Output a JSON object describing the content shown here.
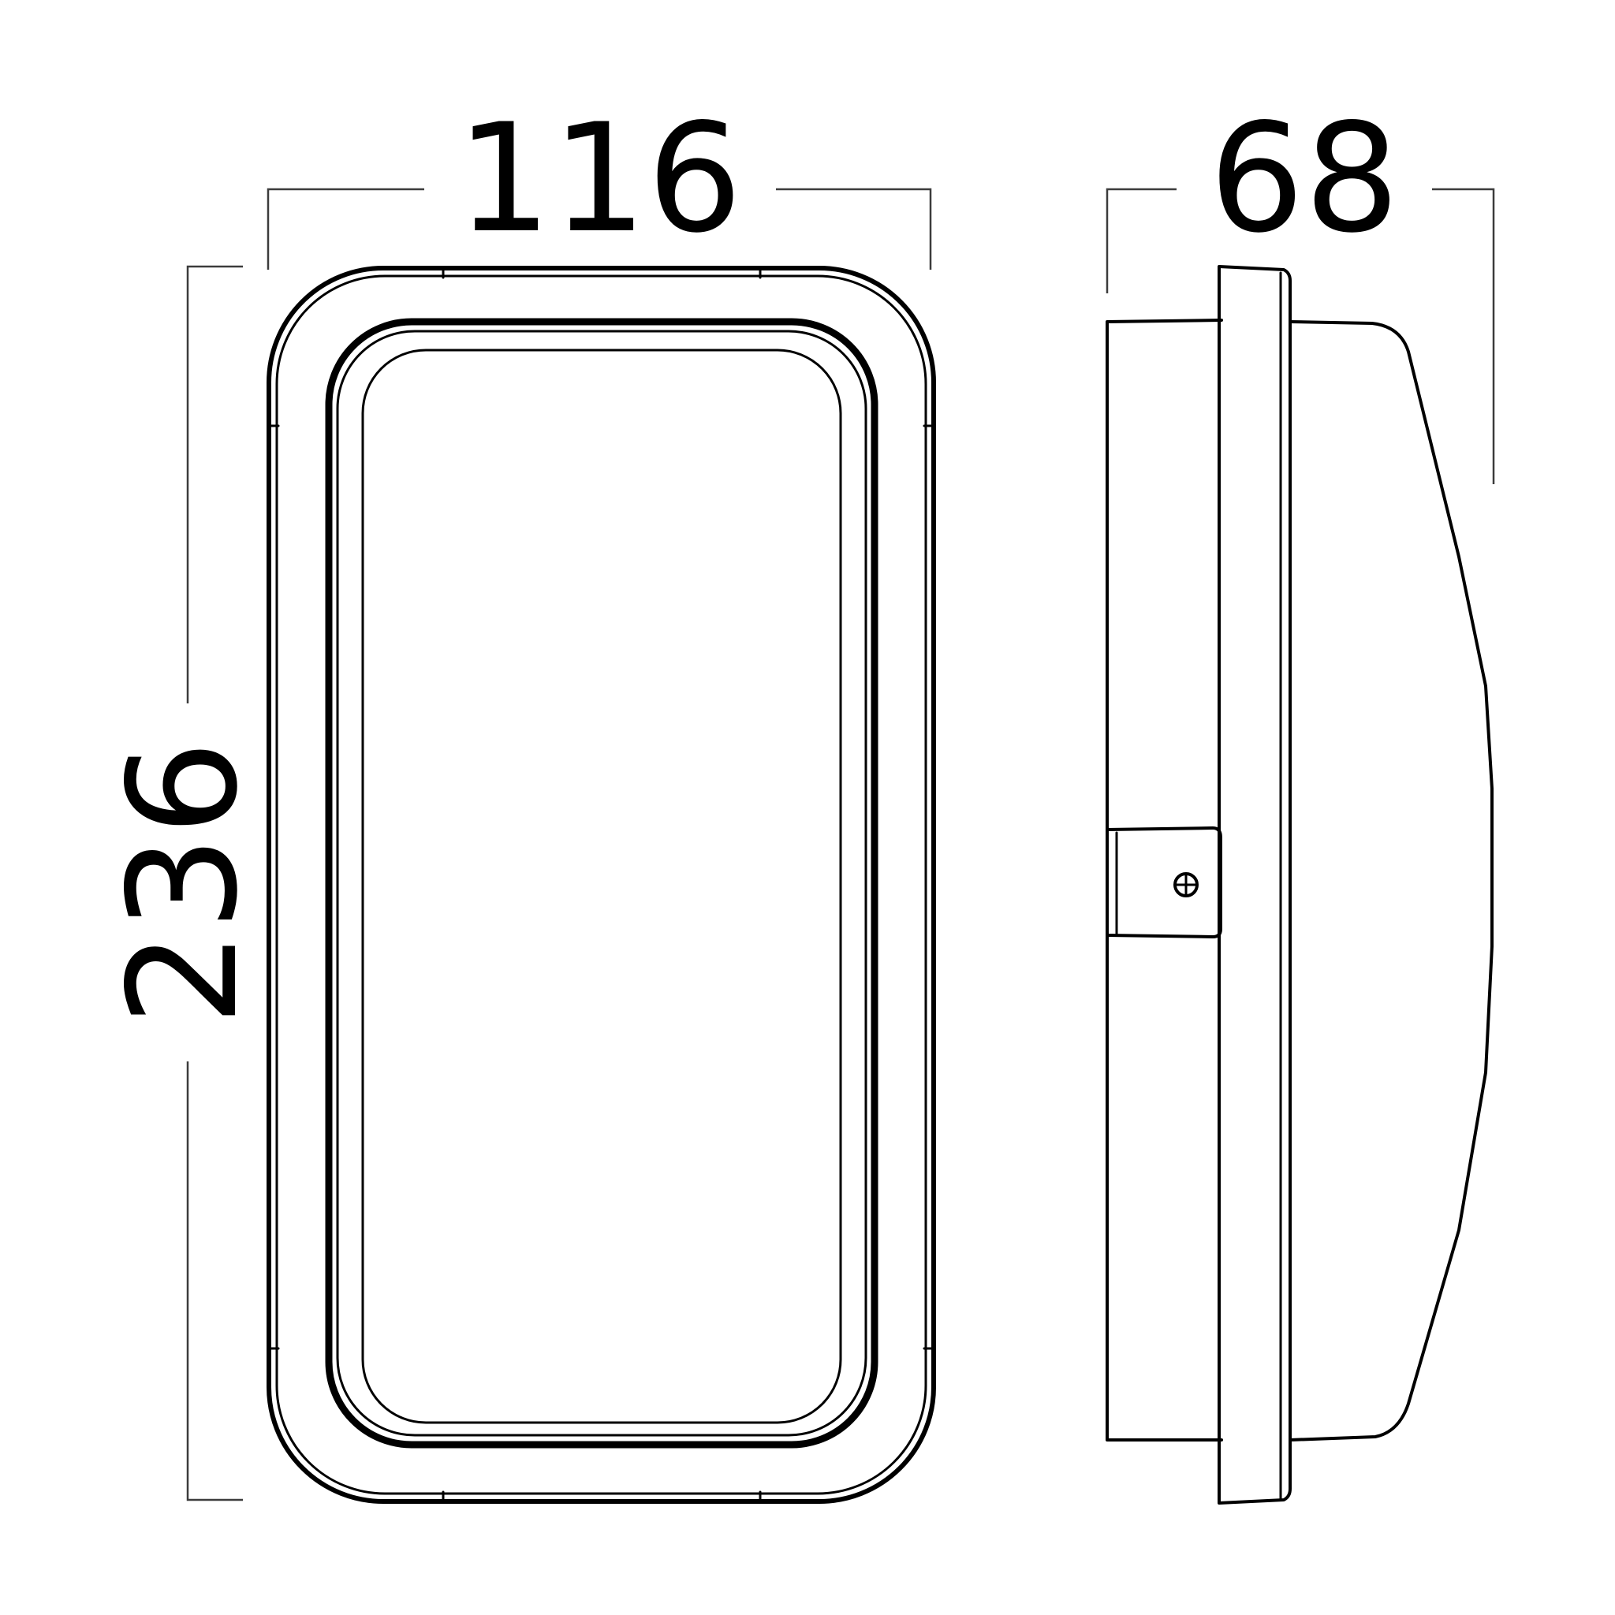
{
  "drawing": {
    "line_color": "#000000",
    "background": "#ffffff"
  },
  "dimensions": {
    "width": "116",
    "height": "236",
    "depth": "68"
  },
  "views": {
    "front": "front-view",
    "side": "side-view"
  }
}
